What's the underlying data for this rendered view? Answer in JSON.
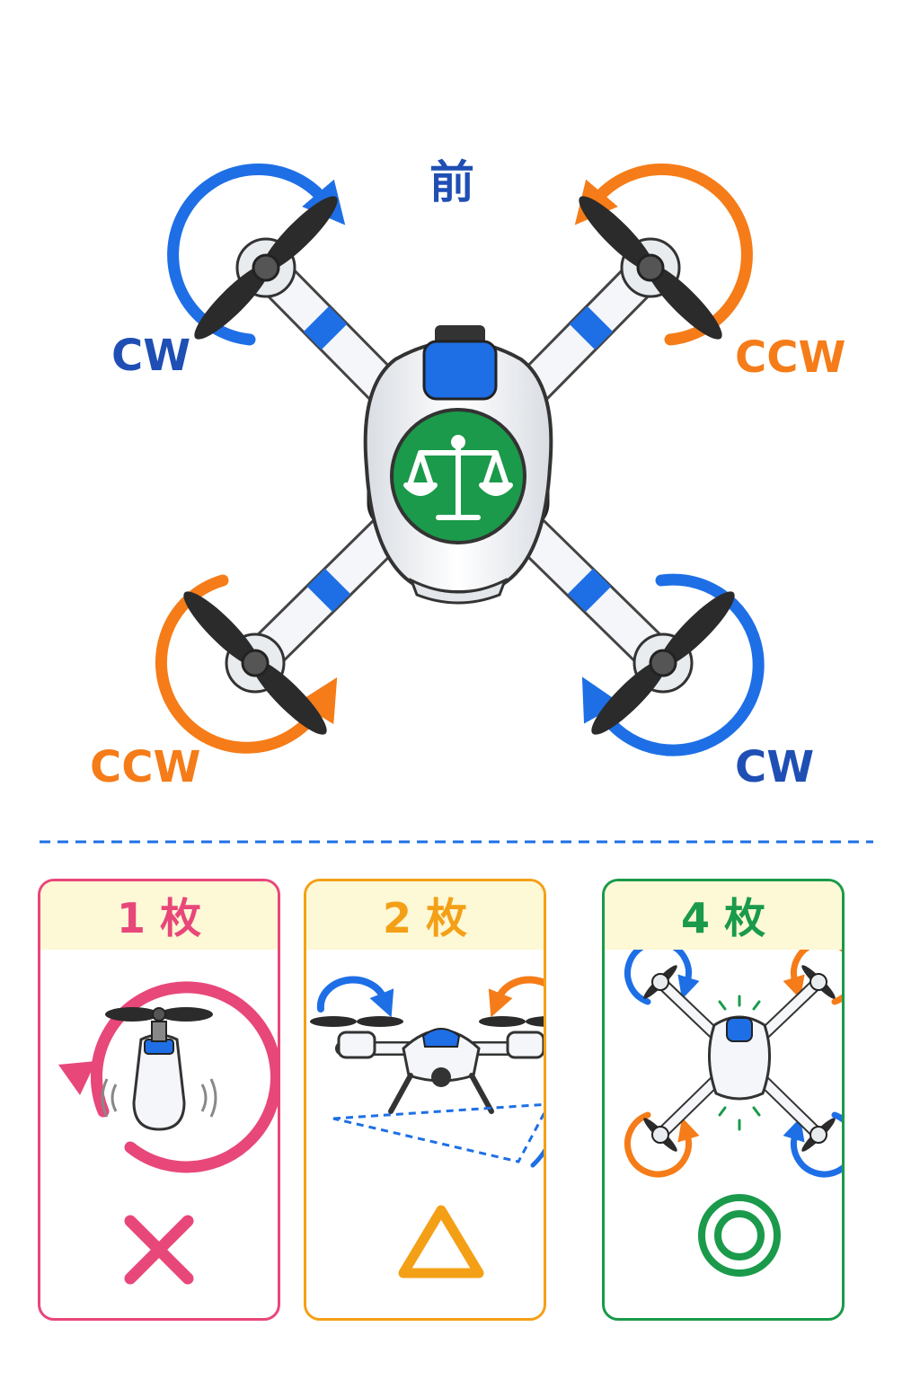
{
  "colors": {
    "cw": "#1e6fe6",
    "ccw": "#f57c18",
    "pink": "#e8477a",
    "amber": "#f4a016",
    "green": "#1a9a4a",
    "front_text": "#1f4fb4",
    "header_bg": "#fdf8d6"
  },
  "main": {
    "front_label": "前",
    "rotor_labels": {
      "top_left": "CW",
      "top_right": "CCW",
      "bottom_left": "CCW",
      "bottom_right": "CW"
    },
    "emblem_icon": "balance-scale-icon"
  },
  "panels": [
    {
      "label": "1 枚",
      "icon": "single-rotor-icon",
      "mark": "×",
      "mark_icon": "cross-mark-icon",
      "color": "pink"
    },
    {
      "label": "2 枚",
      "icon": "dual-rotor-drone-icon",
      "mark": "△",
      "mark_icon": "triangle-mark-icon",
      "color": "amber"
    },
    {
      "label": "4 枚",
      "icon": "quadcopter-icon",
      "mark": "◎",
      "mark_icon": "double-circle-mark-icon",
      "color": "green"
    }
  ]
}
